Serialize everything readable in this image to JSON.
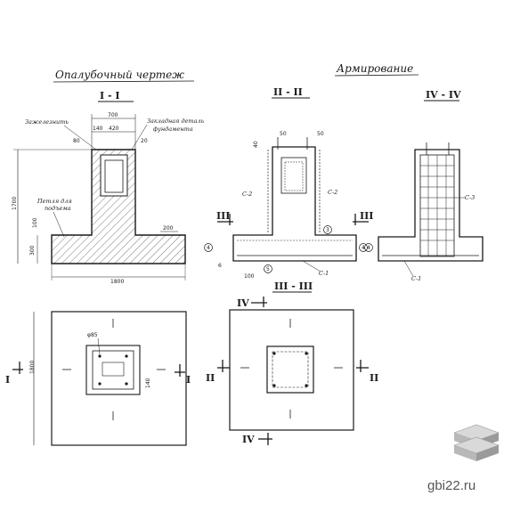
{
  "titles": {
    "formwork": "Опалубочный чертеж",
    "reinforcement": "Армирование"
  },
  "sections": {
    "s1": "I - I",
    "s2": "II - II",
    "s3": "III - III",
    "s4": "IV - IV"
  },
  "labels": {
    "iron": "Зажелезнить",
    "embedded": "Закладная деталь",
    "foundation": "фундамента",
    "loop1": "Петля для",
    "loop2": "подъема",
    "c2": "С-2",
    "c1": "С-1",
    "c3": "С-3"
  },
  "dims": {
    "d700": "700",
    "d420": "420",
    "d140": "140",
    "d20": "20",
    "d80": "80",
    "d1700": "1700",
    "d200": "200",
    "d300": "300",
    "d100": "100",
    "d1800": "1800",
    "d50": "50",
    "d40": "40",
    "d4": "4",
    "d5": "5",
    "d6": "6",
    "d3": "3",
    "d85": "φ85"
  },
  "marks": {
    "I": "I",
    "II": "II",
    "III": "III",
    "IV": "IV"
  },
  "brand": "gbi22.ru",
  "colors": {
    "ink": "#1a1a1a",
    "logo_light": "#d9d9d9",
    "logo_dark": "#9a9a9a"
  }
}
